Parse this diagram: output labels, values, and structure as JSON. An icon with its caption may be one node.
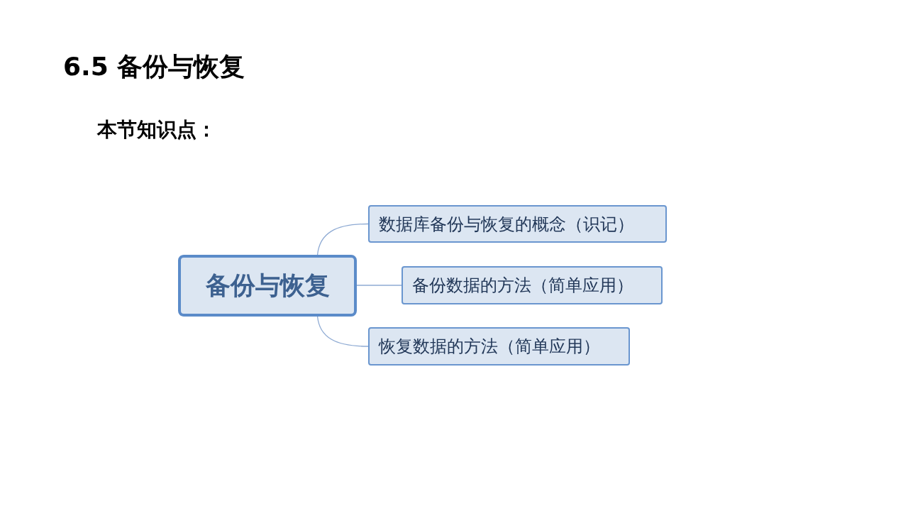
{
  "diagram": {
    "title": "6.5 备份与恢复",
    "nodes": [
      {
        "text": [
          "备份与恢复"
        ]
      },
      {
        "text": [
          "数据库备份与恢复的概念（识记）"
        ]
      },
      {
        "text": [
          "备份数据的方法（简单应用）"
        ]
      },
      {
        "text": [
          "恢复数据的方法（简单应用）"
        ]
      }
    ],
    "edges": [
      {
        "from": 0,
        "to": 1,
        "arrow": "none"
      },
      {
        "from": 0,
        "to": 2,
        "arrow": "none"
      },
      {
        "from": 0,
        "to": 3,
        "arrow": "none"
      }
    ],
    "labels": [
      "本节知识点："
    ]
  }
}
